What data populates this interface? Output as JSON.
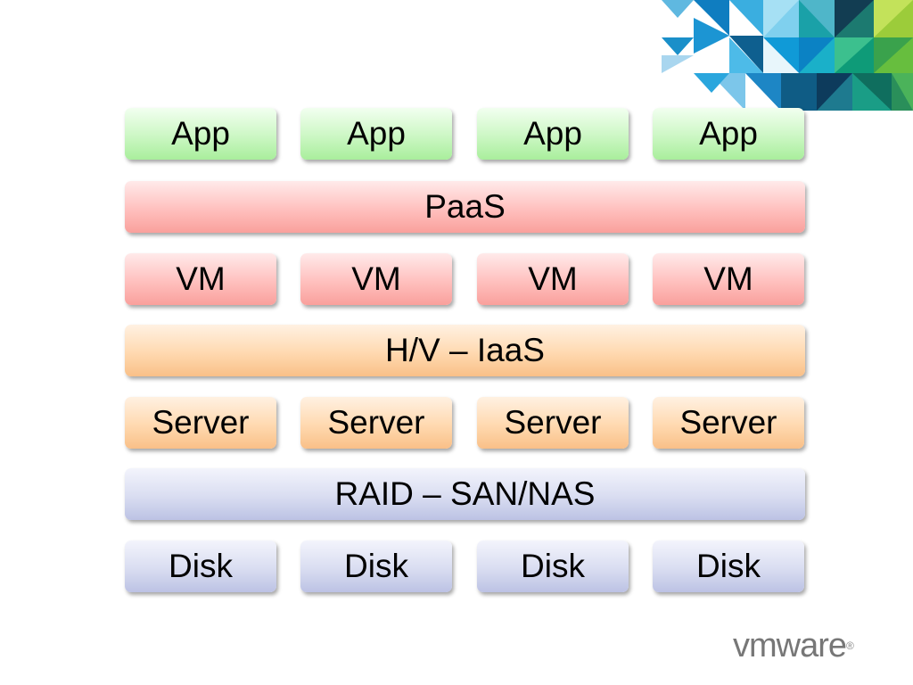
{
  "layers": {
    "apps": [
      "App",
      "App",
      "App",
      "App"
    ],
    "paas": "PaaS",
    "vms": [
      "VM",
      "VM",
      "VM",
      "VM"
    ],
    "iaas": "H/V – IaaS",
    "servers": [
      "Server",
      "Server",
      "Server",
      "Server"
    ],
    "storage": "RAID – SAN/NAS",
    "disks": [
      "Disk",
      "Disk",
      "Disk",
      "Disk"
    ]
  },
  "logo": {
    "brand": "vmware",
    "mark": "®"
  },
  "colors": {
    "app": "#ccf7c4",
    "platform": "#ffc0be",
    "infrastructure": "#ffd9b0",
    "storage": "#d9ddf1"
  }
}
